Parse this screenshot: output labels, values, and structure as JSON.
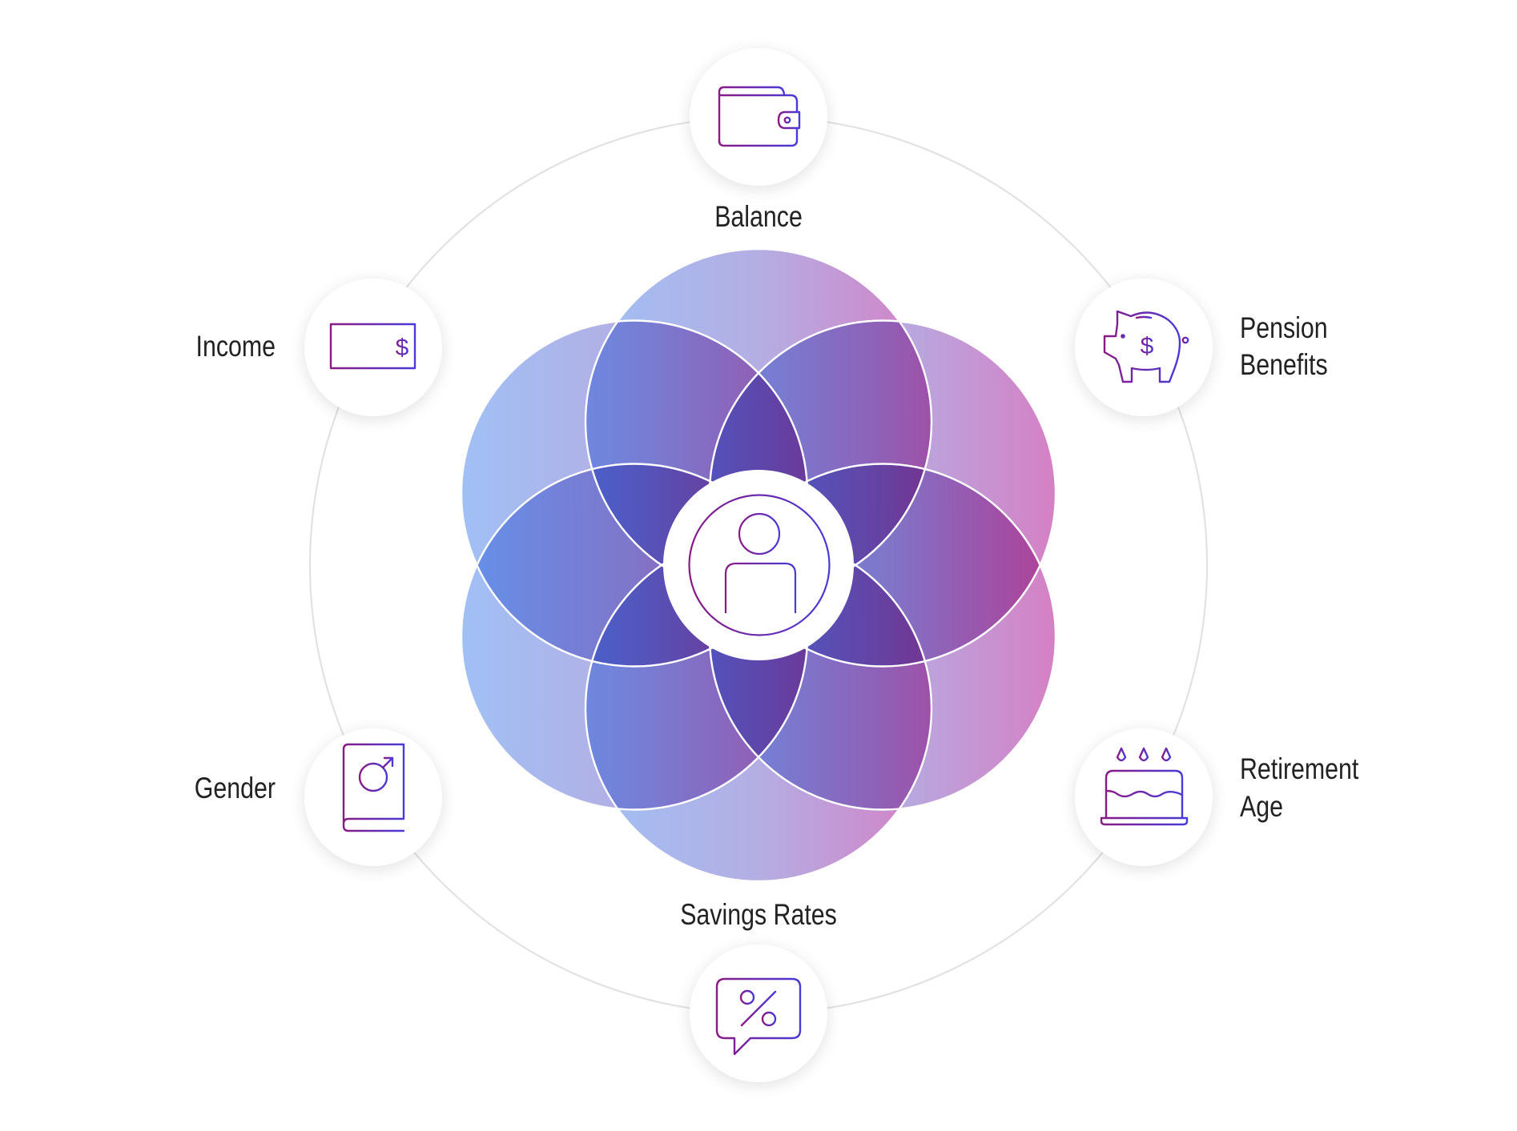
{
  "diagram": {
    "title": "Retirement factors around the individual",
    "center": {
      "name": "Person",
      "icon": "person-icon"
    },
    "factors": [
      {
        "id": "balance",
        "label": "Balance",
        "icon": "wallet-icon"
      },
      {
        "id": "pension-benefits",
        "label_lines": [
          "Pension",
          "Benefits"
        ],
        "icon": "piggy-bank-icon"
      },
      {
        "id": "retirement-age",
        "label_lines": [
          "Retirement",
          "Age"
        ],
        "icon": "birthday-cake-icon"
      },
      {
        "id": "savings-rates",
        "label": "Savings Rates",
        "icon": "percent-speech-bubble-icon"
      },
      {
        "id": "gender",
        "label": "Gender",
        "icon": "gender-book-icon"
      },
      {
        "id": "income",
        "label": "Income",
        "icon": "paycheck-icon"
      }
    ],
    "icon_glyphs": {
      "dollar": "$"
    }
  },
  "colors": {
    "flower_left": "#a0c0f5",
    "flower_right": "#d580c4",
    "icon_start": "#8a1a86",
    "icon_end": "#4a3ad8",
    "ring": "#e2e2e2",
    "label": "#222222"
  }
}
